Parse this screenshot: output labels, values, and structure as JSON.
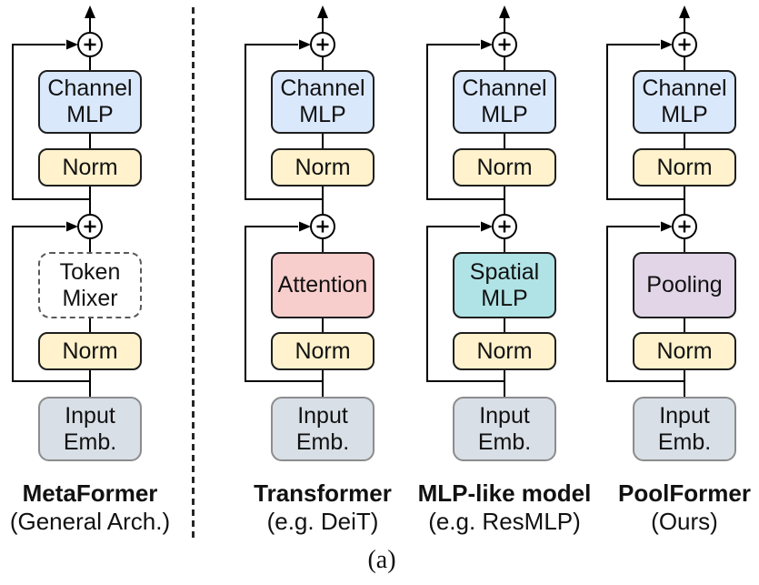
{
  "figure": {
    "caption": "(a)",
    "background": "#ffffff"
  },
  "palette": {
    "channel_mlp_fill": "#dae8fc",
    "norm_fill": "#fff2cc",
    "token_mixer_fill": "#ffffff",
    "attention_fill": "#f8cecc",
    "spatial_mlp_fill": "#b0e3e6",
    "pooling_fill": "#e1d5e7",
    "input_emb_fill": "#d8dfe6",
    "wire_color": "#000000"
  },
  "columns": [
    {
      "id": "metaformer",
      "title": "MetaFormer",
      "subtitle": "(General Arch.)",
      "channel_mlp": "Channel\nMLP",
      "norm_top": "Norm",
      "mixer": "Token\nMixer",
      "norm_bottom": "Norm",
      "input": "Input\nEmb."
    },
    {
      "id": "transformer",
      "title": "Transformer",
      "subtitle": "(e.g. DeiT)",
      "channel_mlp": "Channel\nMLP",
      "norm_top": "Norm",
      "mixer": "Attention",
      "norm_bottom": "Norm",
      "input": "Input\nEmb."
    },
    {
      "id": "mlp_like_model",
      "title": "MLP-like model",
      "subtitle": "(e.g. ResMLP)",
      "channel_mlp": "Channel\nMLP",
      "norm_top": "Norm",
      "mixer": "Spatial\nMLP",
      "norm_bottom": "Norm",
      "input": "Input\nEmb."
    },
    {
      "id": "poolformer",
      "title": "PoolFormer",
      "subtitle": "(Ours)",
      "channel_mlp": "Channel\nMLP",
      "norm_top": "Norm",
      "mixer": "Pooling",
      "norm_bottom": "Norm",
      "input": "Input\nEmb."
    }
  ]
}
